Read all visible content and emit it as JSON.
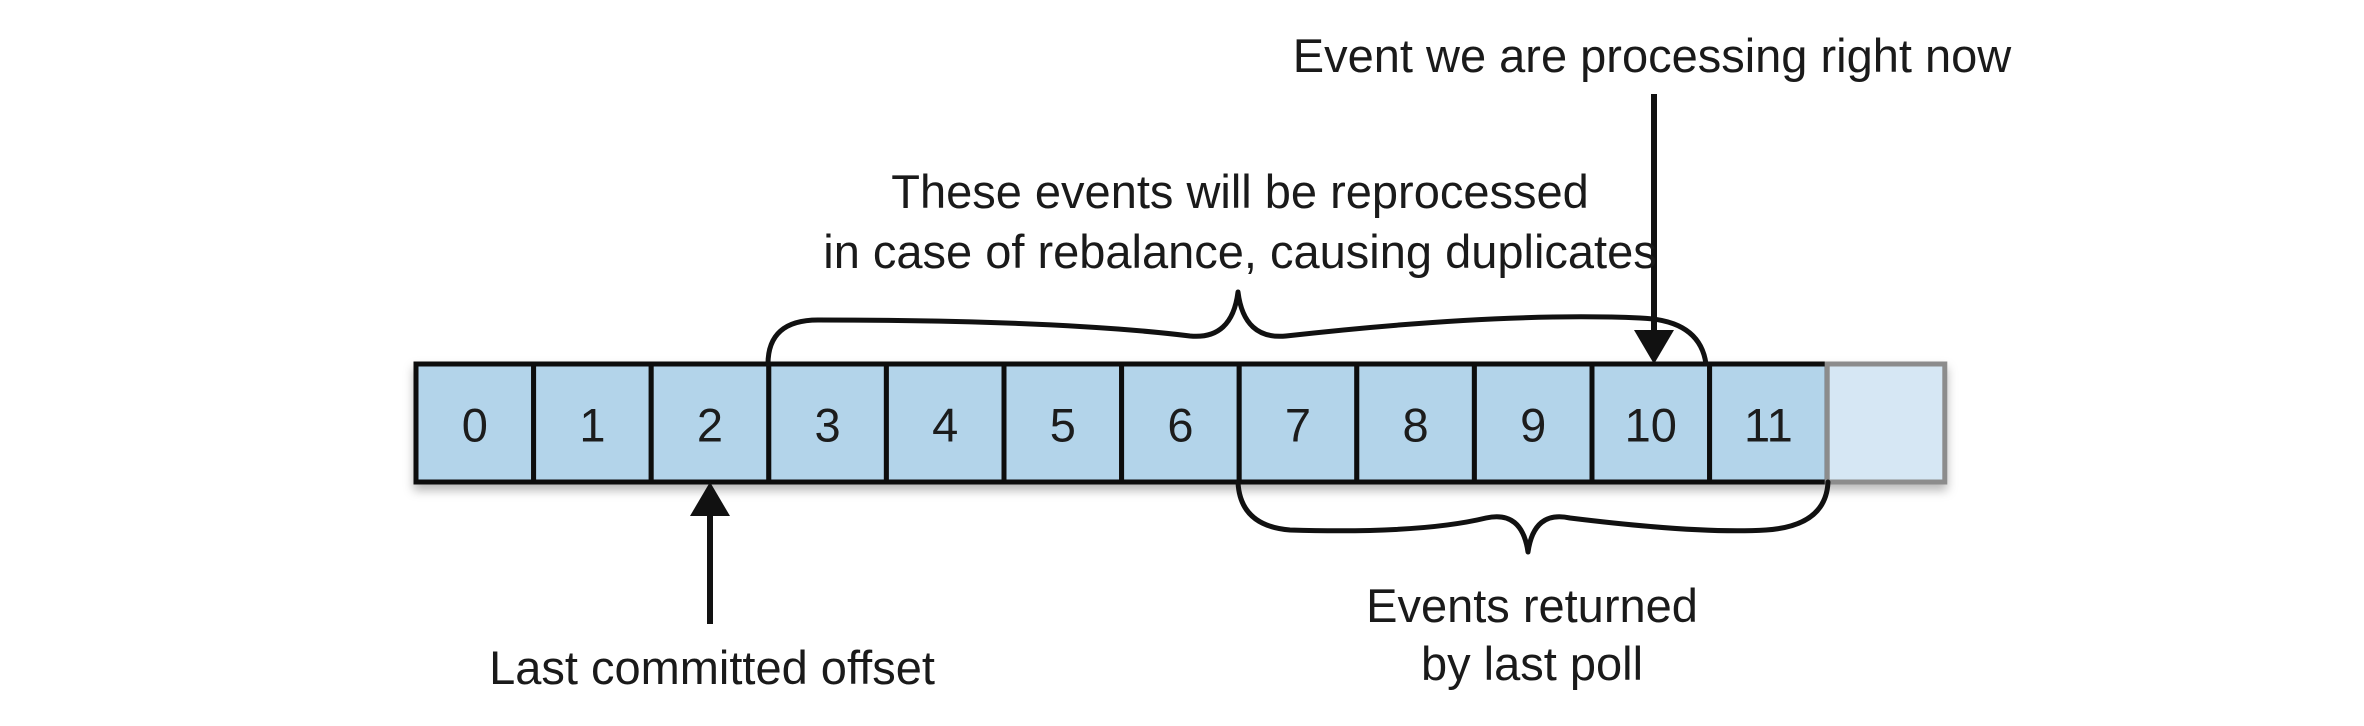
{
  "offsets": [
    "0",
    "1",
    "2",
    "3",
    "4",
    "5",
    "6",
    "7",
    "8",
    "9",
    "10",
    "11"
  ],
  "labels": {
    "processing_now": "Event we are processing right now",
    "reprocessed_line1": "These events will be reprocessed",
    "reprocessed_line2": "in case of rebalance, causing duplicates",
    "returned_line1": "Events returned",
    "returned_line2": "by last poll",
    "last_committed": "Last committed offset"
  },
  "colors": {
    "cell_fill": "#b3d4ea",
    "pending_cell_fill": "#d6e7f4",
    "stroke": "#111111"
  }
}
